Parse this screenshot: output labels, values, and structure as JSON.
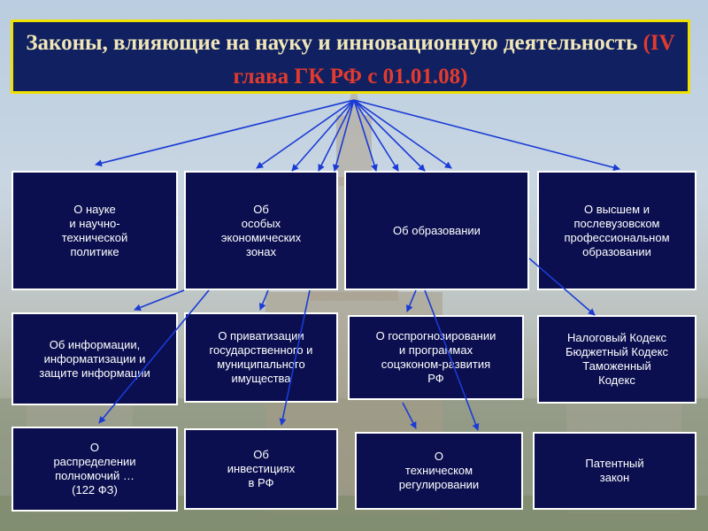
{
  "title": {
    "main": "Законы, влияющие на науку  и инновационную деятельность ",
    "accent": "(IV глава ГК РФ с 01.01.08)"
  },
  "boxes": [
    "О науке\nи научно-\nтехнической\nполитике",
    "Об\nособых\nэкономических\nзонах",
    "Об образовании",
    "О высшем и\nпослевузовском\nпрофессиональном\nобразовании",
    "Об информации,\nинформатизации и\nзащите информации",
    "О приватизации\nгосударственного и\nмуниципального\nимущества",
    "О госпрогнозировании\nи программах\nсоцэконом-развития\nРФ",
    "Налоговый Кодекс\nБюджетный Кодекс\nТаможенный\nКодекс",
    "О\nраспределении\nполномочий …\n(122 ФЗ)",
    "Об\nинвестициях\nв РФ",
    "О\nтехническом\nрегулировании",
    "Патентный\nзакон"
  ],
  "colors": {
    "title_bg": "#102060",
    "title_border": "#f0e000",
    "title_text": "#f0e6b8",
    "title_accent": "#e23b2e",
    "box_bg": "#0b0f4f",
    "box_border": "#ffffff",
    "arrow": "#1a3bd6"
  }
}
